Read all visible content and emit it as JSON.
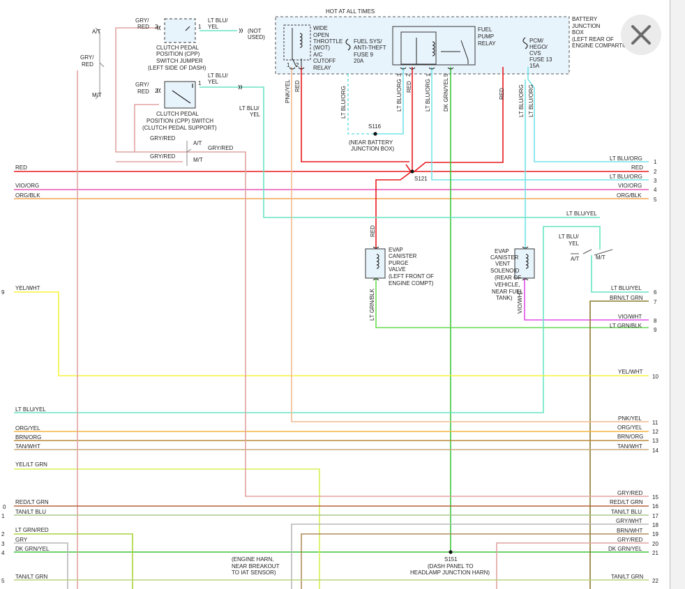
{
  "colors": {
    "red": "#e8171a",
    "ltbluyel": "#66e4c2",
    "ltbluorg": "#73e3e8",
    "vioorg": "#e552b4",
    "orgblk": "#f2a24e",
    "gryred": "#e0a3a0",
    "pnkyel": "#f4b98e",
    "yelwht": "#f5f23a",
    "orgyel": "#f5b542",
    "brnorg": "#b88a3a",
    "tanwht": "#c9a87a",
    "yelltgrn": "#d6f050",
    "redltgrn": "#b5603c",
    "tanltblu": "#aac98a",
    "gry": "#b7b7b7",
    "brnwht": "#b08a5a",
    "dkgrnyel": "#3ac43a",
    "tanltgrn": "#b8d47a",
    "ltgrnred": "#a8d33a",
    "brnltgrn": "#8a7a2a",
    "ltgrnblk": "#66dc4e",
    "viowht": "#e24ce6",
    "box": "#e8f4fc"
  },
  "icons": {
    "close": "close-icon",
    "splice": "splice-dot",
    "fuse": "fuse-symbol",
    "relay": "relay-coil",
    "solenoid": "solenoid-coil"
  },
  "texts": [
    [
      "hot-label",
      "HOT AT ALL TIMES"
    ],
    [
      "bjb-label-1",
      "BATTERY"
    ],
    [
      "bjb-label-2",
      "JUNCTION"
    ],
    [
      "bjb-label-3",
      "BOX"
    ],
    [
      "bjb-label-4",
      "(LEFT REAR OF"
    ],
    [
      "bjb-label-5",
      "ENGINE COMPARTMENT)"
    ],
    [
      "wot-1",
      "WIDE"
    ],
    [
      "wot-2",
      "OPEN"
    ],
    [
      "wot-3",
      "THROTTLE"
    ],
    [
      "wot-4",
      "(WOT)"
    ],
    [
      "wot-5",
      "A/C"
    ],
    [
      "wot-6",
      "CUTOFF"
    ],
    [
      "wot-7",
      "RELAY"
    ],
    [
      "fuse9-1",
      "FUEL SYS/"
    ],
    [
      "fuse9-2",
      "ANTI-THEFT"
    ],
    [
      "fuse9-3",
      "FUSE 9"
    ],
    [
      "fuse9-4",
      "20A"
    ],
    [
      "fpr-1",
      "FUEL"
    ],
    [
      "fpr-2",
      "PUMP"
    ],
    [
      "fpr-3",
      "RELAY"
    ],
    [
      "fuse13-1",
      "PCM/"
    ],
    [
      "fuse13-2",
      "HEGO/"
    ],
    [
      "fuse13-3",
      "CVS"
    ],
    [
      "fuse13-4",
      "FUSE 13"
    ],
    [
      "fuse13-5",
      "15A"
    ],
    [
      "pin-wot-1",
      "1"
    ],
    [
      "pin-wot-2",
      "2"
    ],
    [
      "pin-fpr-3",
      "3"
    ],
    [
      "pin-fpr-2",
      "2"
    ],
    [
      "pin-fpr-1",
      "1"
    ],
    [
      "pin-fpr-5",
      "5"
    ],
    [
      "cpp-jumper-1",
      "CLUTCH PEDAL"
    ],
    [
      "cpp-jumper-2",
      "POSITION (CPP)"
    ],
    [
      "cpp-jumper-3",
      "SWITCH JUMPER"
    ],
    [
      "cpp-jumper-4",
      "(LEFT SIDE OF DASH)"
    ],
    [
      "cpp-switch-1",
      "CLUTCH PEDAL"
    ],
    [
      "cpp-switch-2",
      "POSITION (CPP) SWITCH"
    ],
    [
      "cpp-switch-3",
      "(CLUTCH PEDAL SUPPORT)"
    ],
    [
      "at-1",
      "A/T"
    ],
    [
      "mt-1",
      "M/T"
    ],
    [
      "gryred-a1",
      "GRY/"
    ],
    [
      "gryred-a2",
      "RED"
    ],
    [
      "gryred-b1",
      "GRY/"
    ],
    [
      "gryred-b2",
      "RED"
    ],
    [
      "gryred-side1",
      "GRY/"
    ],
    [
      "gryred-side2",
      "RED"
    ],
    [
      "j-pin2a",
      "2"
    ],
    [
      "j-pin1a",
      "1"
    ],
    [
      "j-pin2b",
      "2"
    ],
    [
      "j-pin1b",
      "1"
    ],
    [
      "ltbluyel-a1",
      "LT BLU/"
    ],
    [
      "ltbluyel-a2",
      "YEL"
    ],
    [
      "notused-1",
      "(NOT"
    ],
    [
      "notused-2",
      "USED)"
    ],
    [
      "ltbluyel-b1",
      "LT BLU/"
    ],
    [
      "ltbluyel-b2",
      "YEL"
    ],
    [
      "ltbluyel-c1",
      "LT BLU/"
    ],
    [
      "ltbluyel-c2",
      "YEL"
    ],
    [
      "gryred-c",
      "GRY/RED"
    ],
    [
      "gryred-d",
      "GRY/RED"
    ],
    [
      "at-2",
      "A/T"
    ],
    [
      "mt-2",
      "M/T"
    ],
    [
      "gryred-e",
      "GRY/RED"
    ],
    [
      "v-pnkyel",
      "PNK/YEL"
    ],
    [
      "v-red1",
      "RED"
    ],
    [
      "v-ltbluorg1",
      "LT BLU/ORG"
    ],
    [
      "v-ltbluorg2",
      "LT BLU/ORG"
    ],
    [
      "v-red2",
      "RED"
    ],
    [
      "v-ltbluorg3",
      "LT BLU/ORG"
    ],
    [
      "v-dkgrnyel",
      "DK GRN/YEL"
    ],
    [
      "v-red3",
      "RED"
    ],
    [
      "v-ltbluorg4",
      "LT BLU/ORG"
    ],
    [
      "v-ltbluorg5",
      "LT BLU/ORG"
    ],
    [
      "s116",
      "S116"
    ],
    [
      "s116-loc-1",
      "(NEAR BATTERY"
    ],
    [
      "s116-loc-2",
      "JUNCTION BOX)"
    ],
    [
      "s121",
      "S121"
    ],
    [
      "w-red",
      "RED"
    ],
    [
      "w-vioorg",
      "VIO/ORG"
    ],
    [
      "w-orgblk",
      "ORG/BLK"
    ],
    [
      "r-ltbluorg1",
      "LT BLU/ORG"
    ],
    [
      "r-red",
      "RED"
    ],
    [
      "r-ltbluorg3",
      "LT BLU/ORG"
    ],
    [
      "r-vioorg",
      "VIO/ORG"
    ],
    [
      "r-orgblk",
      "ORG/BLK"
    ],
    [
      "n1",
      "1"
    ],
    [
      "n2",
      "2"
    ],
    [
      "n3",
      "3"
    ],
    [
      "n4",
      "4"
    ],
    [
      "n5",
      "5"
    ],
    [
      "ltbluyel-top",
      "LT BLU/YEL"
    ],
    [
      "ltbluyel-d1",
      "LT BLU/"
    ],
    [
      "ltbluyel-d2",
      "YEL"
    ],
    [
      "at-3",
      "A/T"
    ],
    [
      "mt-3",
      "M/T"
    ],
    [
      "v-red-evap",
      "RED"
    ],
    [
      "evap-purge-1",
      "EVAP"
    ],
    [
      "evap-purge-2",
      "CANISTER"
    ],
    [
      "evap-purge-3",
      "PURGE"
    ],
    [
      "evap-purge-4",
      "VALVE"
    ],
    [
      "evap-purge-5",
      "(LEFT FRONT OF"
    ],
    [
      "evap-purge-6",
      "ENGINE COMPT)"
    ],
    [
      "evap-vent-1",
      "EVAP"
    ],
    [
      "evap-vent-2",
      "CANISTER"
    ],
    [
      "evap-vent-3",
      "VENT"
    ],
    [
      "evap-vent-4",
      "SOLENOID"
    ],
    [
      "evap-vent-5",
      "(REAR OF"
    ],
    [
      "evap-vent-6",
      "VEHICLE,"
    ],
    [
      "evap-vent-7",
      "NEAR FUEL"
    ],
    [
      "evap-vent-8",
      "TANK)"
    ],
    [
      "v-ltgrnblk",
      "LT GRN/BLK"
    ],
    [
      "v-viowht",
      "VIO/WHT"
    ],
    [
      "w-yelwht",
      "YEL/WHT"
    ],
    [
      "r-ltbluyel",
      "LT BLU/YEL"
    ],
    [
      "r-brnltgrn",
      "BRN/LT GRN"
    ],
    [
      "r-viowht",
      "VIO/WHT"
    ],
    [
      "r-ltgrnblk",
      "LT GRN/BLK"
    ],
    [
      "r-yelwht",
      "YEL/WHT"
    ],
    [
      "n6",
      "6"
    ],
    [
      "n7",
      "7"
    ],
    [
      "n8",
      "8"
    ],
    [
      "n9",
      "9"
    ],
    [
      "n10",
      "10"
    ],
    [
      "w-ltbluyel",
      "LT BLU/YEL"
    ],
    [
      "w-orgyel",
      "ORG/YEL"
    ],
    [
      "w-brnorg",
      "BRN/ORG"
    ],
    [
      "w-tanwht",
      "TAN/WHT"
    ],
    [
      "r-pnkyel",
      "PNK/YEL"
    ],
    [
      "r-orgyel",
      "ORG/YEL"
    ],
    [
      "r-brnorg",
      "BRN/ORG"
    ],
    [
      "r-tanwht",
      "TAN/WHT"
    ],
    [
      "n11",
      "11"
    ],
    [
      "n12",
      "12"
    ],
    [
      "n13",
      "13"
    ],
    [
      "n14",
      "14"
    ],
    [
      "w-yelltgrn",
      "YEL/LT GRN"
    ],
    [
      "r-gryred",
      "GRY/RED"
    ],
    [
      "n15",
      "15"
    ],
    [
      "w-redltgrn",
      "RED/LT GRN"
    ],
    [
      "w-tanltblu",
      "TAN/LT BLU"
    ],
    [
      "r-redltgrn",
      "RED/LT GRN"
    ],
    [
      "r-tanltblu",
      "TAN/LT BLU"
    ],
    [
      "n16",
      "16"
    ],
    [
      "n17",
      "17"
    ],
    [
      "r-grywht",
      "GRY/WHT"
    ],
    [
      "n18",
      "18"
    ],
    [
      "w-ltgrnred",
      "LT GRN/RED"
    ],
    [
      "r-brnwht",
      "BRN/WHT"
    ],
    [
      "n19",
      "19"
    ],
    [
      "w-gry",
      "GRY"
    ],
    [
      "r-gryred2",
      "GRY/RED"
    ],
    [
      "n20",
      "20"
    ],
    [
      "w-dkgrnyel",
      "DK GRN/YEL"
    ],
    [
      "r-dkgrnyel",
      "DK GRN/YEL"
    ],
    [
      "n21",
      "21"
    ],
    [
      "s151",
      "S151"
    ],
    [
      "s151-loc-1",
      "(DASH PANEL TO"
    ],
    [
      "s151-loc-2",
      "HEADLAMP JUNCTION HARN)"
    ],
    [
      "eng-1",
      "(ENGINE HARN,"
    ],
    [
      "eng-2",
      "NEAR BREAKOUT"
    ],
    [
      "eng-3",
      "TO IAT SENSOR)"
    ],
    [
      "w-tanltgrn",
      "TAN/LT GRN"
    ],
    [
      "r-tanltgrn",
      "TAN/LT GRN"
    ],
    [
      "n22",
      "22"
    ],
    [
      "l-9",
      "9"
    ],
    [
      "l-0",
      "0"
    ],
    [
      "l-1",
      "1"
    ],
    [
      "l-2",
      "2"
    ],
    [
      "l-3",
      "3"
    ],
    [
      "l-4",
      "4"
    ],
    [
      "l-5",
      "5"
    ]
  ]
}
